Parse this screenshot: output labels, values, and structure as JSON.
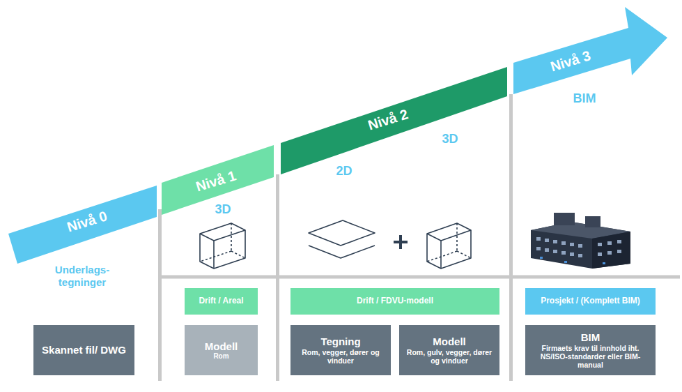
{
  "diagram": {
    "nodes": [
      {
        "text": [
          "Nivå 0"
        ]
      },
      {
        "text": [
          "Nivå 1"
        ]
      },
      {
        "text": [
          "Nivå 2"
        ]
      },
      {
        "text": [
          "Nivå 3"
        ]
      },
      {
        "text": [
          "Skannet fil/ DWG"
        ]
      },
      {
        "text": [
          "Drift / Areal"
        ]
      },
      {
        "text": [
          "Modell",
          "Rom"
        ]
      },
      {
        "text": [
          "Drift / FDVU-modell"
        ]
      },
      {
        "text": [
          "Tegning",
          "Rom, vegger, dører og vinduer"
        ]
      },
      {
        "text": [
          "Modell",
          "Rom, gulv, vegger, dører og vinduer"
        ]
      },
      {
        "text": [
          "Prosjekt / (Komplett BIM)"
        ]
      },
      {
        "text": [
          "BIM",
          "Firmaets krav til innhold iht. NS/ISO-standarder eller BIM-manual"
        ]
      }
    ],
    "labels": [
      "Underlags- tegninger",
      "3D",
      "2D",
      "3D",
      "BIM"
    ]
  }
}
